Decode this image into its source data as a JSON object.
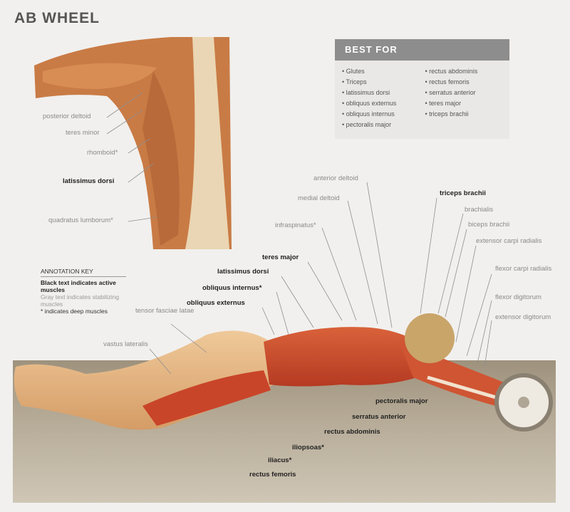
{
  "title": "AB WHEEL",
  "best_for": {
    "heading": "BEST FOR",
    "left": [
      "Glutes",
      "Triceps",
      "latissimus dorsi",
      "obliquus externus",
      "obliquus internus",
      "pectoralis major"
    ],
    "right": [
      "rectus abdominis",
      "rectus femoris",
      "serratus anterior",
      "teres major",
      "triceps brachii"
    ]
  },
  "annotation_key": {
    "heading": "ANNOTATION KEY",
    "active": "Black text indicates active muscles",
    "stabilizing": "Gray text indicates stabilizing muscles",
    "deep": "* indicates deep muscles"
  },
  "back_labels": [
    {
      "text": "posterior deltoid",
      "active": false
    },
    {
      "text": "teres minor",
      "active": false
    },
    {
      "text": "rhomboid*",
      "active": false
    },
    {
      "text": "latissimus dorsi",
      "active": true
    },
    {
      "text": "quadratus lumborum*",
      "active": false
    }
  ],
  "body_labels": [
    {
      "text": "anterior deltoid",
      "active": false
    },
    {
      "text": "medial deltoid",
      "active": false
    },
    {
      "text": "infraspinatus*",
      "active": false
    },
    {
      "text": "teres major",
      "active": true
    },
    {
      "text": "latissimus dorsi",
      "active": true
    },
    {
      "text": "obliquus internus*",
      "active": true
    },
    {
      "text": "obliquus externus",
      "active": true
    },
    {
      "text": "tensor fasciae latae",
      "active": false
    },
    {
      "text": "vastus lateralis",
      "active": false
    },
    {
      "text": "triceps brachii",
      "active": true
    },
    {
      "text": "brachialis",
      "active": false
    },
    {
      "text": "biceps brachii",
      "active": false
    },
    {
      "text": "extensor carpi radialis",
      "active": false
    },
    {
      "text": "flexor carpi radialis",
      "active": false
    },
    {
      "text": "flexor digitorum",
      "active": false
    },
    {
      "text": "extensor digitorum",
      "active": false
    },
    {
      "text": "pectoralis major",
      "active": true
    },
    {
      "text": "serratus anterior",
      "active": true
    },
    {
      "text": "rectus abdominis",
      "active": true
    },
    {
      "text": "iliopsoas*",
      "active": true
    },
    {
      "text": "iliacus*",
      "active": true
    },
    {
      "text": "rectus femoris",
      "active": true
    }
  ]
}
